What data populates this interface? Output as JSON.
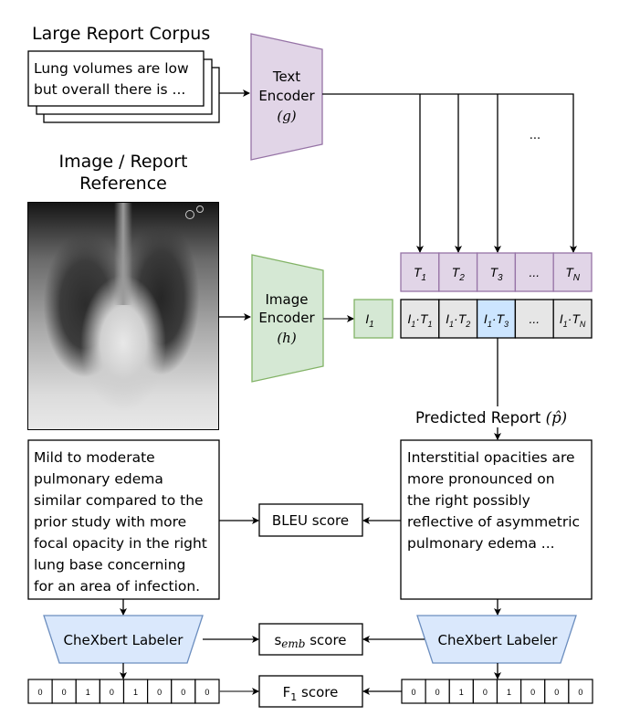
{
  "corpus": {
    "title": "Large Report Corpus",
    "line1": "Lung volumes are low",
    "line2": "but overall there is ..."
  },
  "text_encoder": {
    "line1": "Text",
    "line2": "Encoder",
    "symbol": "(g)"
  },
  "reference": {
    "title_line1": "Image / Report",
    "title_line2": "Reference",
    "report_lines": [
      "Mild to moderate",
      "pulmonary edema",
      "similar compared to the",
      "prior study with more",
      "focal opacity in the right",
      "lung base concerning",
      "for an area of infection."
    ]
  },
  "image_encoder": {
    "line1": "Image",
    "line2": "Encoder",
    "symbol": "(h)"
  },
  "image_embedding": {
    "label": "I",
    "sub": "1"
  },
  "ellipsis": "...",
  "text_embeddings": [
    {
      "base": "T",
      "sub": "1"
    },
    {
      "base": "T",
      "sub": "2"
    },
    {
      "base": "T",
      "sub": "3"
    },
    {
      "base": "...",
      "sub": ""
    },
    {
      "base": "T",
      "sub": "N"
    }
  ],
  "similarities": [
    {
      "a": "I",
      "asub": "1",
      "b": "T",
      "bsub": "1",
      "highlight": false
    },
    {
      "a": "I",
      "asub": "1",
      "b": "T",
      "bsub": "2",
      "highlight": false
    },
    {
      "a": "I",
      "asub": "1",
      "b": "T",
      "bsub": "3",
      "highlight": true
    },
    {
      "a": "...",
      "asub": "",
      "b": "",
      "bsub": "",
      "highlight": false
    },
    {
      "a": "I",
      "asub": "1",
      "b": "T",
      "bsub": "N",
      "highlight": false
    }
  ],
  "predicted": {
    "title": "Predicted Report",
    "symbol": "(p̂)",
    "report_lines": [
      "Interstitial opacities are",
      "more pronounced on",
      "the right possibly",
      "reflective of asymmetric",
      "pulmonary edema ..."
    ]
  },
  "scores": {
    "bleu": "BLEU score",
    "semb_base": "s",
    "semb_sub": "emb",
    "semb_suffix": " score",
    "f1_base": "F",
    "f1_sub": "1",
    "f1_suffix": " score"
  },
  "labeler": {
    "left": "CheXbert Labeler",
    "right": "CheXbert Labeler"
  },
  "labels": {
    "reference": [
      "0",
      "0",
      "1",
      "0",
      "1",
      "0",
      "0",
      "0"
    ],
    "predicted": [
      "0",
      "0",
      "1",
      "0",
      "1",
      "0",
      "0",
      "0"
    ]
  },
  "colors": {
    "text_encoder_fill": "#e1d5e7",
    "text_encoder_stroke": "#9673a6",
    "image_encoder_fill": "#d5e8d4",
    "image_encoder_stroke": "#82b366",
    "labeler_fill": "#dae8fc",
    "labeler_stroke": "#6c8ebf",
    "cell_gray": "#e6e6e6",
    "cell_highlight": "#cce5ff"
  }
}
